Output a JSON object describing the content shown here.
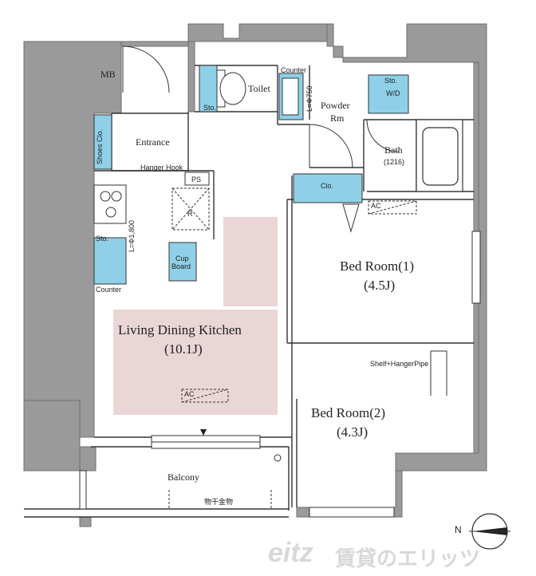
{
  "colors": {
    "wall": "#9a9a9a",
    "wall_edge": "#6f6f6f",
    "fixture": "#8fd0e8",
    "ldk_fill": "#ead6d6",
    "watermark": "#d8d8d8"
  },
  "rooms": {
    "mb": "MB",
    "entrance": "Entrance",
    "shoes": "Shoes Clo.",
    "hanger_hook": "Hanger Hook",
    "toilet": "Toilet",
    "toilet_sto": "Sto.",
    "counter_top": "Counter",
    "l_mark_powder": "L=Φ750",
    "powder": "Powder",
    "powder_rm": "Rm",
    "wd_sto": "Sto.",
    "wd": "W/D",
    "bath": "Bath",
    "bath_size": "(1216)",
    "ps": "PS",
    "refrigerator": "R",
    "l_mark_kitchen": "L=Φ1,800",
    "kitchen_sto": "Sto.",
    "counter_kitchen": "Counter",
    "cupboard_line1": "Cup",
    "cupboard_line2": "Board",
    "clo": "Clo.",
    "ac_bed1": "AC",
    "bed1": "Bed Room(1)",
    "bed1_size": "(4.5J)",
    "shelf": "Shelf+HangerPipe",
    "bed2": "Bed Room(2)",
    "bed2_size": "(4.3J)",
    "ldk": "Living Dining Kitchen",
    "ldk_size": "(10.1J)",
    "ac_ldk": "AC",
    "balcony": "Balcony",
    "laundry_rail": "物干金物"
  },
  "compass": {
    "label": "N"
  },
  "watermark": {
    "brand": "eitz",
    "text": "賃貸のエリッツ"
  }
}
